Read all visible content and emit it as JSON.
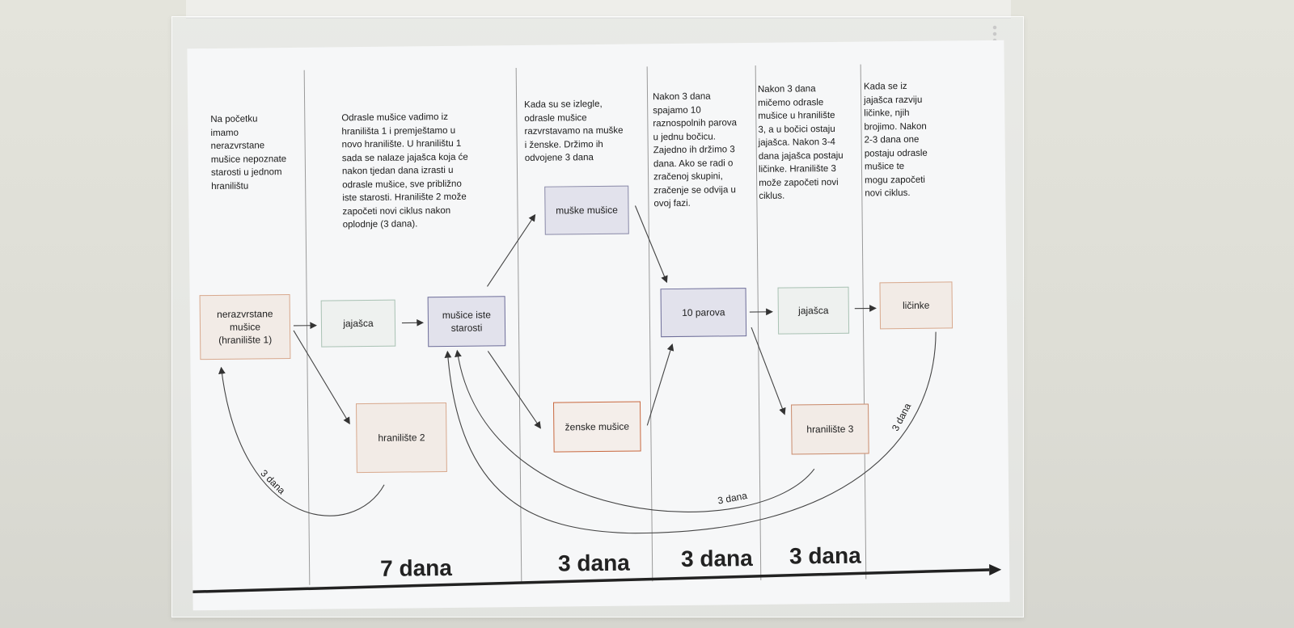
{
  "descriptions": {
    "col1": "Na početku\nimamo\nnerazvrstane\nmušice nepoznate\nstarosti u jednom\nhranilištu",
    "col2": "Odrasle mušice vadimo iz\nhranilišta 1 i premještamo u\nnovo hranilište. U hranilištu 1\nsada se nalaze jajašca koja će\nnakon tjedan dana izrasti u\nodrasle mušice, sve približno\niste starosti. Hranilište 2 može\nzapočeti novi ciklus nakon\noplodnje (3 dana).",
    "col3": "Kada su se izlegle,\nodrasle mušice\nrazvrstavamo na muške\ni ženske. Držimo ih\nodvojene 3 dana",
    "col4": "Nakon 3 dana\nspajamo 10\nraznospolnih parova\nu jednu bočicu.\nZajedno ih držimo 3\ndana. Ako se radi o\nzračenoj skupini,\nzračenje se odvija u\novoj fazi.",
    "col5": "Nakon 3 dana\nmičemo odrasle\nmušice u hranilište\n3, a u bočici ostaju\njajašca. Nakon 3-4\ndana jajašca postaju\nličinke. Hranilište 3\nmože započeti novi\nciklus.",
    "col6": "Kada se iz\njajašca razviju\nličinke, njih\nbrojimo. Nakon\n2-3 dana one\npostaju odrasle\nmušice te\nmogu započeti\nnovi ciklus."
  },
  "boxes": {
    "nerazvrstane": "nerazvrstane\nmušice\n(hranilište 1)",
    "jajasca1": "jajašca",
    "musice_iste": "mušice iste\nstarosti",
    "muske": "muške mušice",
    "zenske": "ženske mušice",
    "hraniliste2": "hranilište 2",
    "parova": "10 parova",
    "jajasca2": "jajašca",
    "licinke": "ličinke",
    "hraniliste3": "hranilište 3"
  },
  "arc_labels": {
    "left": "3 dana",
    "bottom": "3 dana",
    "right": "3 dana"
  },
  "durations": {
    "d1": "7 dana",
    "d2": "3 dana",
    "d3": "3 dana",
    "d4": "3 dana"
  },
  "colors": {
    "orange_border": "#d8a98e",
    "green_border": "#a9c2b4",
    "purple_border": "#6f6f9a",
    "red_border": "#c8683f"
  }
}
